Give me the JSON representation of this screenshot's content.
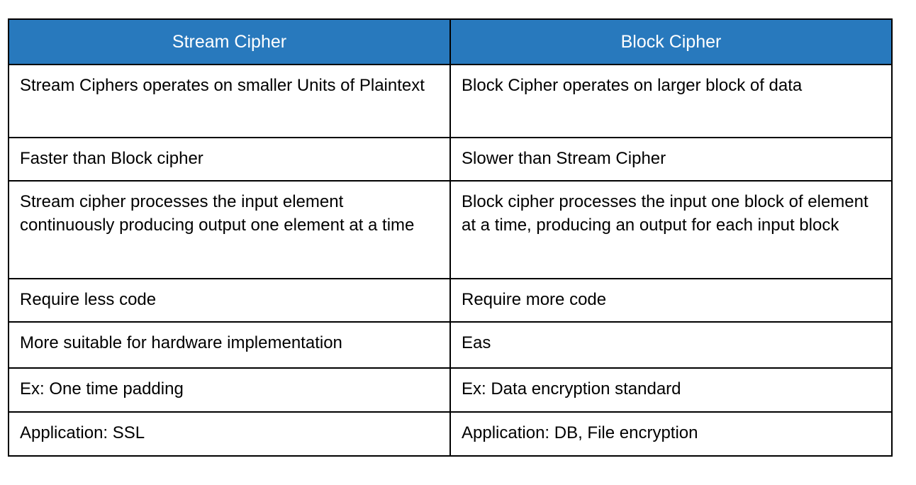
{
  "theme": {
    "header_bg": "#2879BD",
    "header_text": "#FFFFFF",
    "border_color": "#000000",
    "body_text": "#000000",
    "page_bg": "#FFFFFF"
  },
  "table": {
    "headers": {
      "stream": "Stream Cipher",
      "block": "Block Cipher"
    },
    "rows": [
      {
        "stream": "Stream Ciphers operates on smaller Units of Plaintext",
        "block": "Block Cipher operates on larger block of data"
      },
      {
        "stream": "Faster than Block cipher",
        "block": "Slower than Stream Cipher"
      },
      {
        "stream": "Stream cipher processes the input element continuously producing output one element at a time",
        "block": "Block cipher processes the input one block of element at a time, producing an output for each input block"
      },
      {
        "stream": "Require less code",
        "block": "Require more code"
      },
      {
        "stream": "More suitable for hardware implementation",
        "block": "Eas"
      },
      {
        "stream": "Ex: One time padding",
        "block": "Ex: Data encryption standard"
      },
      {
        "stream": "Application: SSL",
        "block": "Application: DB, File encryption"
      }
    ]
  }
}
